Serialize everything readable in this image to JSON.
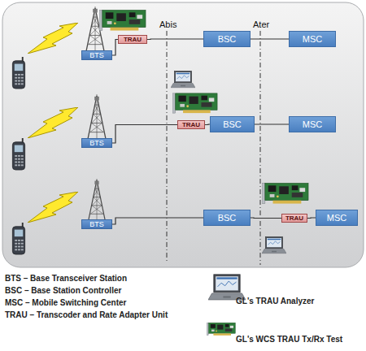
{
  "diagram": {
    "nodes": [
      {
        "text": [
          "BTS"
        ]
      },
      {
        "text": [
          "TRAU"
        ]
      },
      {
        "text": [
          "BSC"
        ]
      },
      {
        "text": [
          "MSC"
        ]
      },
      {
        "text": [
          "BTS"
        ]
      },
      {
        "text": [
          "TRAU"
        ]
      },
      {
        "text": [
          "BSC"
        ]
      },
      {
        "text": [
          "MSC"
        ]
      },
      {
        "text": [
          "BTS"
        ]
      },
      {
        "text": [
          "BSC"
        ]
      },
      {
        "text": [
          "TRAU"
        ]
      },
      {
        "text": [
          "MSC"
        ]
      }
    ],
    "edges": [
      {
        "from": 0,
        "to": 1,
        "arrow": "none"
      },
      {
        "from": 1,
        "to": 2,
        "arrow": "none"
      },
      {
        "from": 2,
        "to": 3,
        "arrow": "none"
      },
      {
        "from": 4,
        "to": 5,
        "arrow": "none"
      },
      {
        "from": 5,
        "to": 6,
        "arrow": "none"
      },
      {
        "from": 6,
        "to": 7,
        "arrow": "none"
      },
      {
        "from": 8,
        "to": 9,
        "arrow": "none"
      },
      {
        "from": 9,
        "to": 10,
        "arrow": "none"
      },
      {
        "from": 10,
        "to": 11,
        "arrow": "none"
      }
    ],
    "labels": [
      "Abis",
      "Ater",
      "BTS – Base Transceiver Station",
      "BSC – Base Station Controller",
      "MSC – Mobile Switching Center",
      "TRAU – Transcoder and Rate Adapter Unit"
    ],
    "legend": [
      {
        "text": "GL's TRAU Analyzer"
      },
      {
        "text": "GL's WCS TRAU Tx/Rx Test"
      }
    ]
  }
}
